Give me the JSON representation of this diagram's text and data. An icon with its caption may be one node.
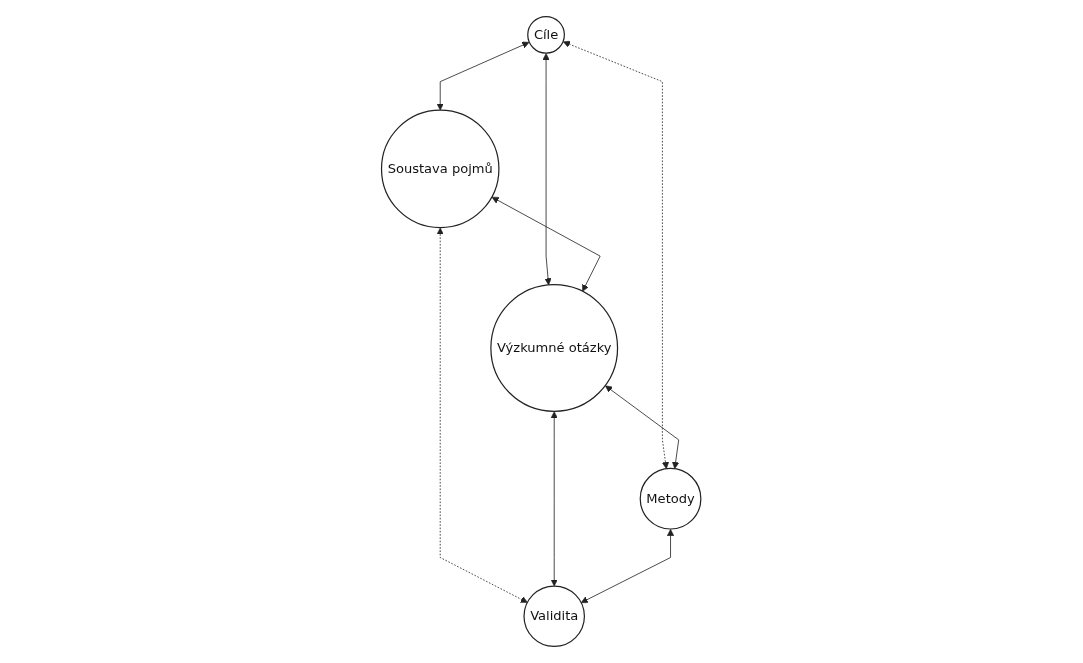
{
  "diagram": {
    "nodes": [
      {
        "text": [
          "Cíle"
        ]
      },
      {
        "text": [
          "Soustava pojmů"
        ]
      },
      {
        "text": [
          "Výzkumné otázky"
        ]
      },
      {
        "text": [
          "Metody"
        ]
      },
      {
        "text": [
          "Validita"
        ]
      }
    ],
    "edges": [
      {
        "from": 0,
        "to": 1,
        "arrow": "both"
      },
      {
        "from": 0,
        "to": 2,
        "arrow": "both"
      },
      {
        "from": 1,
        "to": 2,
        "arrow": "both"
      },
      {
        "from": 0,
        "to": 3,
        "arrow": "both",
        "style": "dashed"
      },
      {
        "from": 1,
        "to": 4,
        "arrow": "both",
        "style": "dashed"
      },
      {
        "from": 2,
        "to": 3,
        "arrow": "both"
      },
      {
        "from": 2,
        "to": 4,
        "arrow": "both"
      },
      {
        "from": 3,
        "to": 4,
        "arrow": "both"
      }
    ]
  }
}
